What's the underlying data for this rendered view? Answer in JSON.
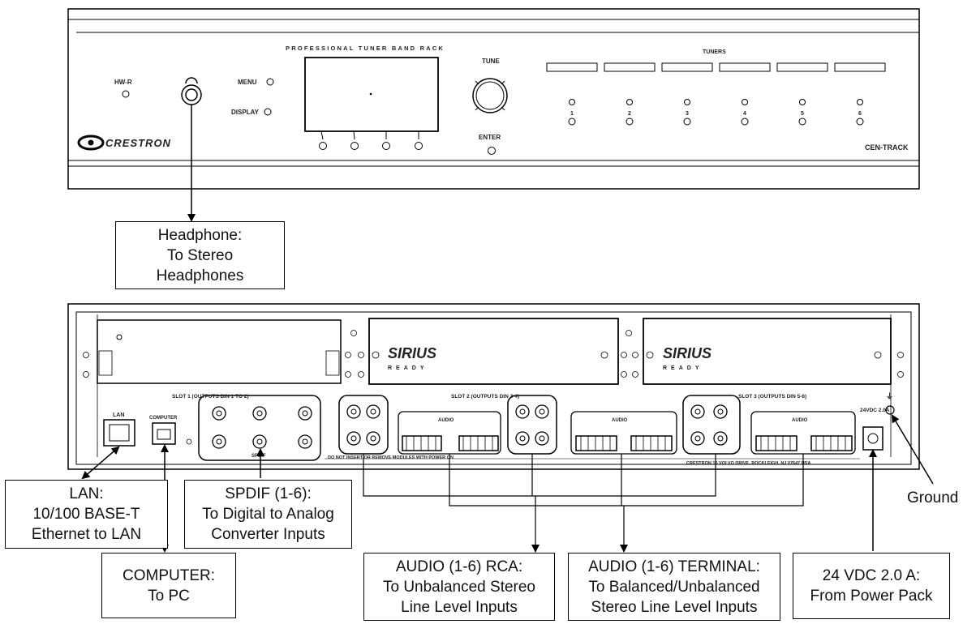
{
  "front_panel": {
    "top_label": "PROFESSIONAL TUNER BAND RACK",
    "hw_r": "HW-R",
    "menu": "MENU",
    "display": "DISPLAY",
    "tune": "TUNE",
    "enter": "ENTER",
    "tuners": "TUNERS",
    "tuner_numbers": [
      "1",
      "2",
      "3",
      "4",
      "5",
      "6"
    ],
    "brand": "CRESTRON",
    "model": "CEN-TRACK"
  },
  "rear_panel": {
    "slot1": "SLOT 1 (OUTPUTS DIN 1 TO 2)",
    "slot2": "SLOT 2 (OUTPUTS DIN 3-4)",
    "slot3": "SLOT 3 (OUTPUTS DIN 5-6)",
    "lan": "LAN",
    "computer": "COMPUTER",
    "spdif": "SPDIF",
    "audio": "AUDIO",
    "sirius": "SIRIUS",
    "ready": "READY",
    "power": "24VDC 2.0A",
    "ground": "⏚",
    "warning": "DO NOT INSERT OR REMOVE MODULES WITH POWER ON",
    "address": "CRESTRON 15 VOLVO DRIVE, ROCKLEIGH, NJ 07647 USA"
  },
  "callouts": {
    "headphone": [
      "Headphone:",
      "To Stereo",
      "Headphones"
    ],
    "lan": [
      "LAN:",
      "10/100 BASE-T",
      "Ethernet to LAN"
    ],
    "spdif": [
      "SPDIF (1-6):",
      "To Digital to Analog",
      "Converter Inputs"
    ],
    "computer": [
      "COMPUTER:",
      "To PC"
    ],
    "audio_rca": [
      "AUDIO (1-6) RCA:",
      "To Unbalanced Stereo",
      "Line Level Inputs"
    ],
    "audio_terminal": [
      "AUDIO (1-6) TERMINAL:",
      "To Balanced/Unbalanced",
      "Stereo Line Level Inputs"
    ],
    "power": [
      "24 VDC 2.0 A:",
      "From Power Pack"
    ],
    "ground": "Ground"
  }
}
